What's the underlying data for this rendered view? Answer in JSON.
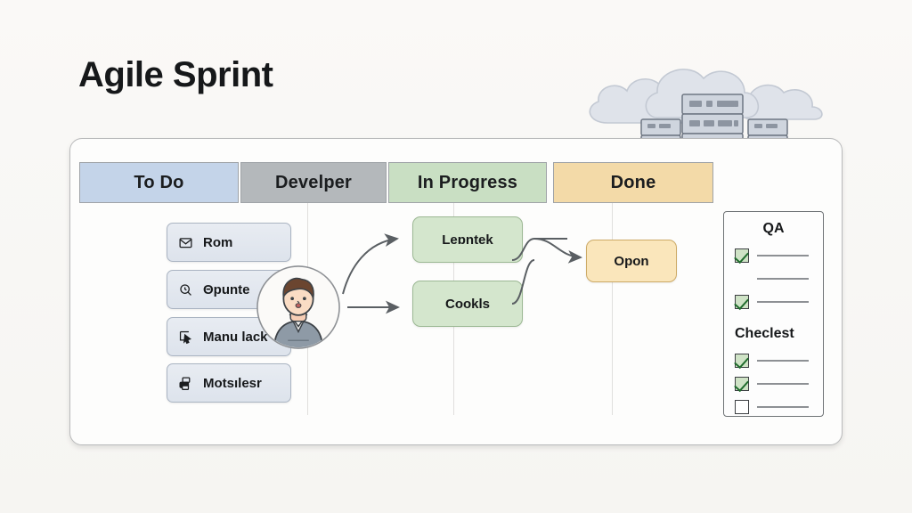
{
  "page": {
    "title": "Agile Sprint",
    "background_color": "#f8f7f5"
  },
  "artwork": {
    "cloud_servers": "cloud-servers-illustration",
    "avatar": "developer-avatar-illustration"
  },
  "board": {
    "columns": [
      {
        "id": "todo",
        "label": "To Do",
        "color": "#c4d4e9"
      },
      {
        "id": "dev",
        "label": "Develper",
        "color": "#b4b8bb"
      },
      {
        "id": "progress",
        "label": "In Progress",
        "color": "#c9dfc3"
      },
      {
        "id": "done",
        "label": "Done",
        "color": "#f3daa8"
      }
    ],
    "todo_cards": [
      {
        "label": "Rom",
        "icon": "mail-icon"
      },
      {
        "label": "Θpunte",
        "icon": "search-clock-icon"
      },
      {
        "label": "Manu lack",
        "icon": "cursor-click-icon"
      },
      {
        "label": "Motsılesr",
        "icon": "printer-icon"
      }
    ],
    "progress_cards": [
      {
        "label": "Leɒntek"
      },
      {
        "label": "Cookls"
      }
    ],
    "done_cards": [
      {
        "label": "Opon"
      }
    ]
  },
  "qa_panel": {
    "section_1": {
      "heading": "QA",
      "items": [
        {
          "checked": true,
          "has_box": true
        },
        {
          "checked": false,
          "has_box": false
        },
        {
          "checked": true,
          "has_box": true
        }
      ]
    },
    "section_2": {
      "heading": "Checlest",
      "items": [
        {
          "checked": true,
          "has_box": true
        },
        {
          "checked": true,
          "has_box": true
        },
        {
          "checked": false,
          "has_box": true
        }
      ]
    }
  }
}
